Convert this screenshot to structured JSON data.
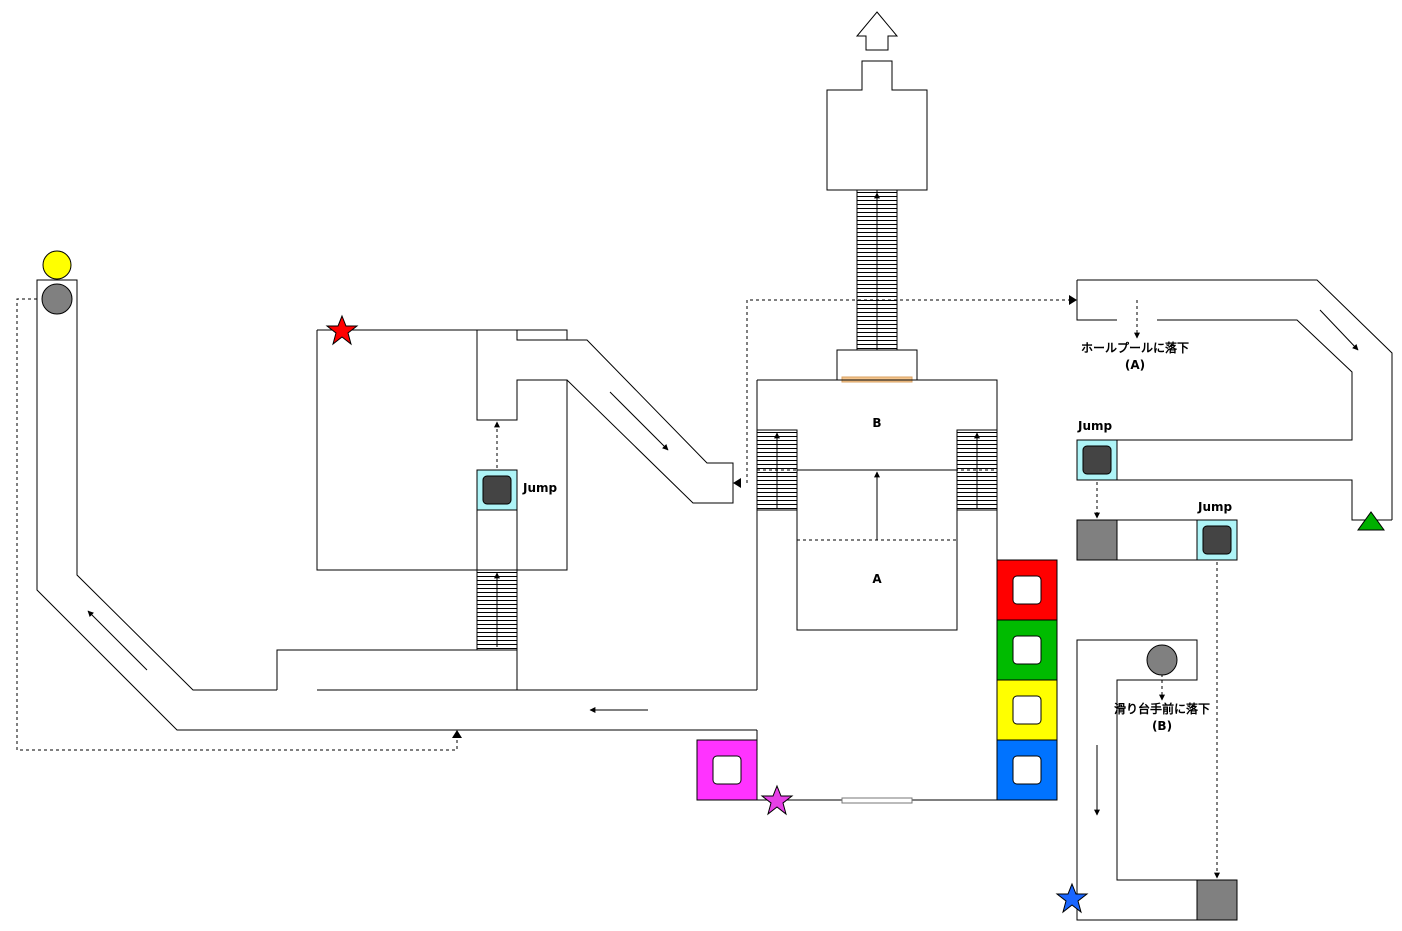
{
  "labels": {
    "area_a": "A",
    "area_b": "B",
    "jump_left": "Jump",
    "jump_right_top": "Jump",
    "jump_right_mid": "Jump",
    "hole_pool_line1": "ホールプールに落下",
    "hole_pool_line2": "(A)",
    "slide_line1": "滑り台手前に落下",
    "slide_line2": "(B)"
  },
  "colors": {
    "wall": "#000000",
    "yellow_marker": "#ffff00",
    "gray_marker": "#808080",
    "jump_pad_border": "#66e0e8",
    "jump_pad_bg": "#aef4f7",
    "jump_pad_core": "#444444",
    "star_red": "#ff0000",
    "star_magenta": "#e640e6",
    "star_blue": "#1a66ff",
    "triangle_green": "#00b000",
    "block_red": "#ff0000",
    "block_green": "#00bb00",
    "block_yellow": "#ffff00",
    "block_blue": "#0073ff",
    "block_magenta": "#ff33ff",
    "orange_door": "#f5c68e",
    "gray_square": "#808080"
  },
  "icons": {
    "start": "yellow-circle-icon",
    "exit": "up-arrow-icon",
    "goal": "green-triangle-icon",
    "stars": [
      "red-star-icon",
      "magenta-star-icon",
      "blue-star-icon"
    ]
  }
}
